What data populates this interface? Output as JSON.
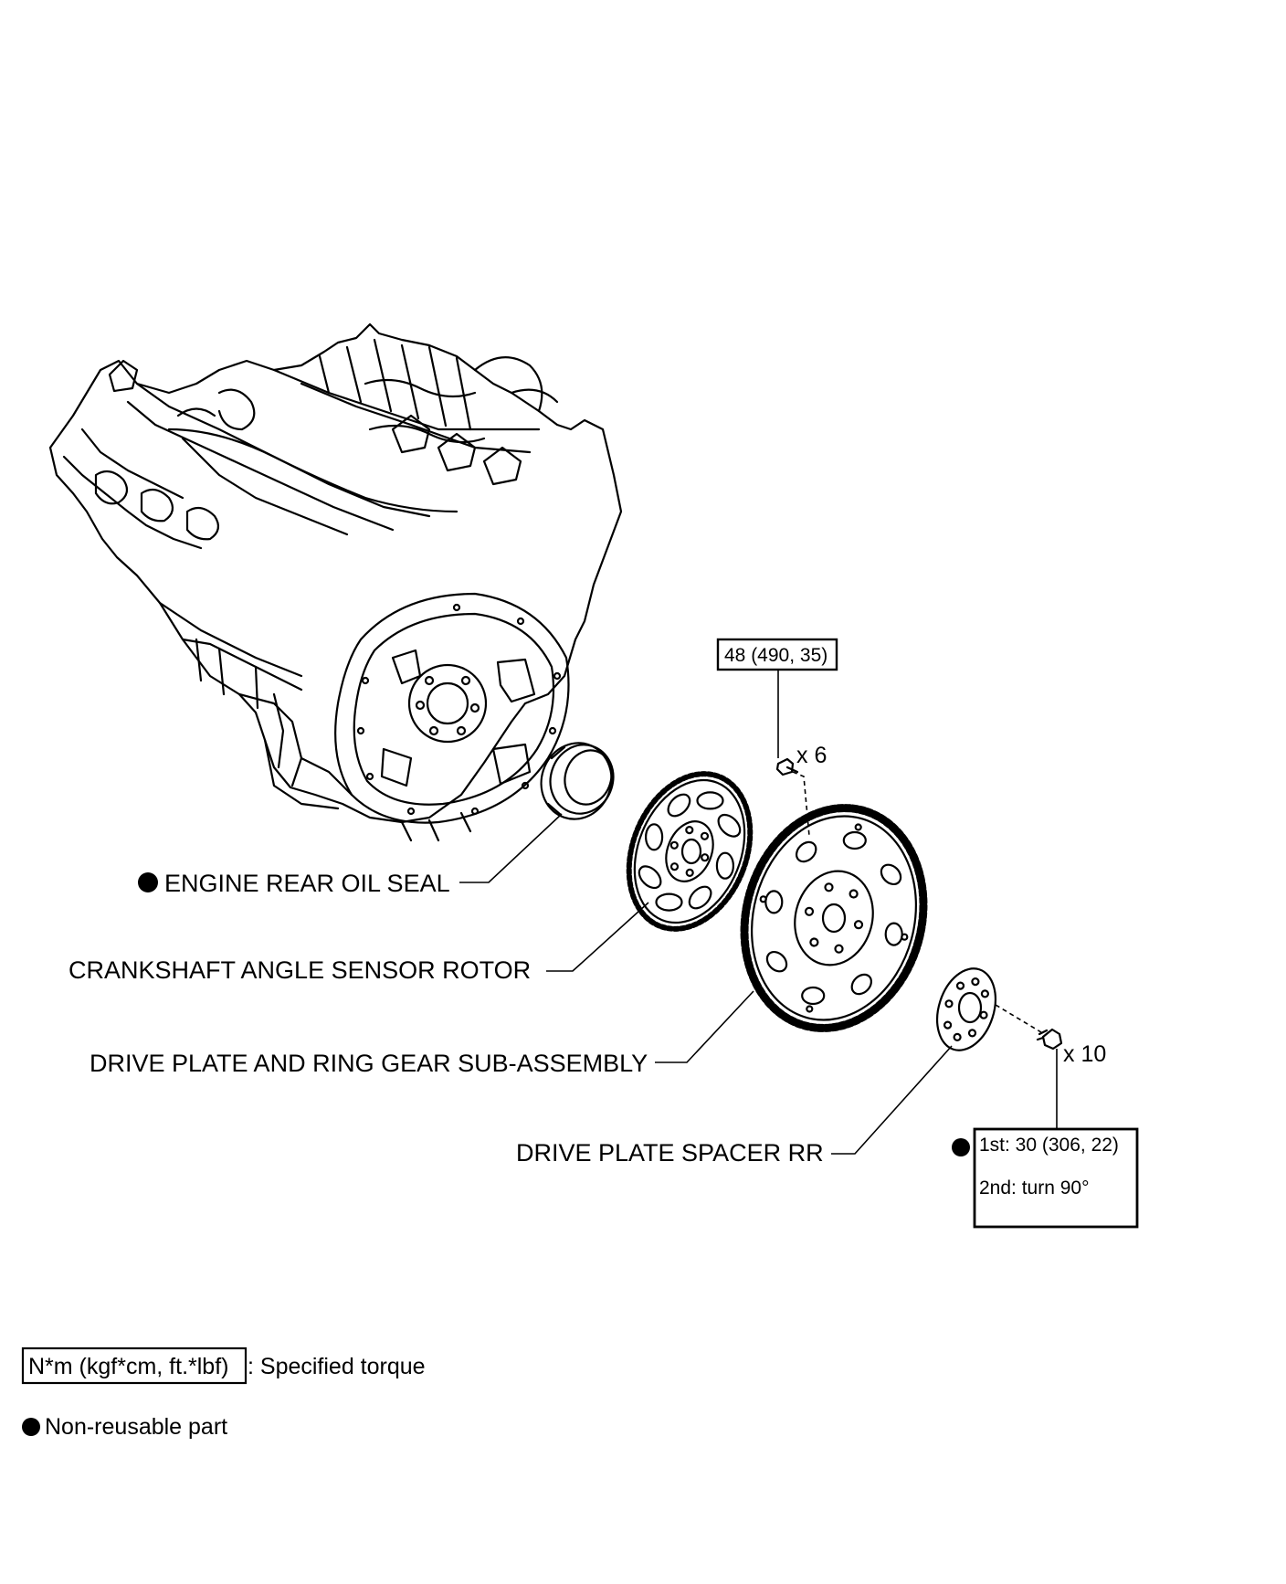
{
  "parts": {
    "engine_rear_oil_seal": "ENGINE REAR OIL SEAL",
    "crankshaft_angle_sensor_rotor": "CRANKSHAFT ANGLE SENSOR ROTOR",
    "drive_plate_ring_gear": "DRIVE PLATE AND RING GEAR SUB-ASSEMBLY",
    "drive_plate_spacer": "DRIVE PLATE SPACER RR"
  },
  "torque": {
    "drive_plate_bolt": "48 (490, 35)",
    "drive_plate_bolt_qty": "x 6",
    "spacer_bolt_qty": "x 10",
    "spacer_bolt_step1": "1st: 30 (306, 22)",
    "spacer_bolt_step2": "2nd: turn 90°"
  },
  "legend": {
    "torque_units": "N*m (kgf*cm, ft.*lbf)",
    "torque_desc": ": Specified torque",
    "non_reusable": "Non-reusable part"
  },
  "icons": {
    "engine": "engine-block-icon",
    "oil_seal": "oil-seal-icon",
    "sensor_rotor": "sensor-rotor-icon",
    "drive_plate": "drive-plate-icon",
    "spacer": "spacer-icon",
    "bolt": "bolt-icon",
    "non_reusable_marker": "filled-circle-icon"
  }
}
